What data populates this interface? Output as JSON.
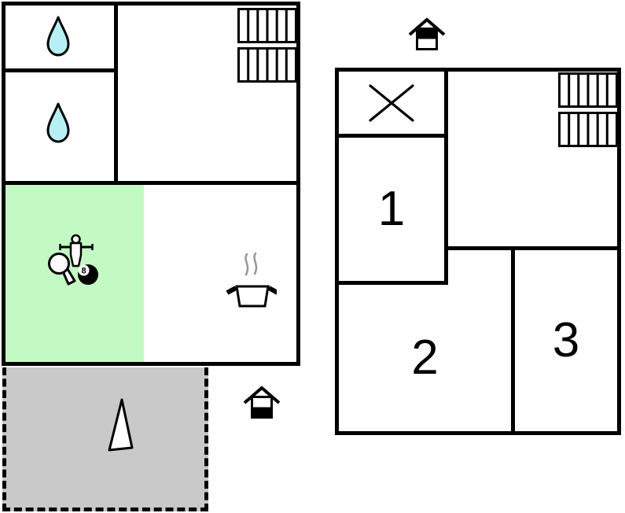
{
  "colors": {
    "wall": "#000000",
    "water_drop": "#b4f0f4",
    "activity_area": "#c3f9c3",
    "terrace": "#c9c9c9",
    "steam": "#9a9a9a"
  },
  "ground_floor_plan": {
    "floor_indicator": "ground-floor",
    "rooms": {
      "bathroom_top": {
        "icon": "water-drop"
      },
      "bathroom_bottom": {
        "icon": "water-drop"
      },
      "living_room": {
        "icon": "stairs"
      },
      "activity_area": {
        "icons": [
          "table-tennis",
          "foosball",
          "billiards"
        ]
      },
      "kitchen_area": {
        "icon": "cooking-pot"
      }
    },
    "billiard_ball_label": "8",
    "terrace": {
      "icon": "triangle"
    }
  },
  "first_floor_plan": {
    "floor_indicator": "first-floor",
    "rooms": {
      "x_room": {
        "icon": "x-mark"
      },
      "bedroom_1": {
        "label": "1"
      },
      "bedroom_2": {
        "label": "2"
      },
      "bedroom_3": {
        "label": "3"
      },
      "living_room": {
        "icon": "stairs"
      }
    }
  }
}
